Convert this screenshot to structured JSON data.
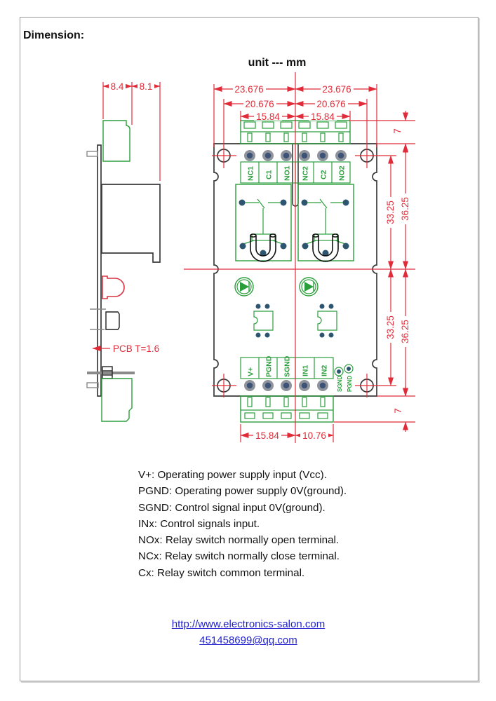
{
  "page": {
    "heading": "Dimension:",
    "unit_label": "unit --- mm"
  },
  "side_view": {
    "dim_8_4": "8.4",
    "dim_8_1": "8.1",
    "pcb_note": "PCB T=1.6"
  },
  "top_view": {
    "top_terminals": [
      "NC1",
      "C1",
      "NO1",
      "NC2",
      "C2",
      "NO2"
    ],
    "bottom_terminals": [
      "V+",
      "PGND",
      "SGND",
      "IN1",
      "IN2"
    ],
    "aux_pads": [
      "SGND",
      "PGND"
    ],
    "dims": {
      "w_outer_l": "23.676",
      "w_outer_r": "23.676",
      "w_mid_l": "20.676",
      "w_mid_r": "20.676",
      "w_inner_l": "15.84",
      "w_inner_r": "15.84",
      "h_top": "7",
      "h_bottom": "7",
      "v_hole_upper": "33.25",
      "v_edge_upper": "36.25",
      "v_hole_lower": "33.25",
      "v_edge_lower": "36.25",
      "b_left": "15.84",
      "b_right": "10.76"
    }
  },
  "legend": {
    "lines": [
      "V+: Operating power supply input (Vcc).",
      "PGND: Operating power supply 0V(ground).",
      "SGND: Control signal input 0V(ground).",
      "INx: Control signals input.",
      "NOx: Relay switch normally open terminal.",
      "NCx: Relay switch normally close terminal.",
      "Cx: Relay switch common terminal."
    ]
  },
  "footer": {
    "website": "http://www.electronics-salon.com",
    "email": "451458699@qq.com"
  },
  "colors": {
    "dimension_red": "#e12b38",
    "silkscreen_green": "#2b9e3c",
    "board_outline": "#3a3a3a",
    "pad_ring_gray": "#8e939b",
    "pad_center_navy": "#3d5277",
    "led_red": "#d63341",
    "link_blue": "#2222cc"
  }
}
